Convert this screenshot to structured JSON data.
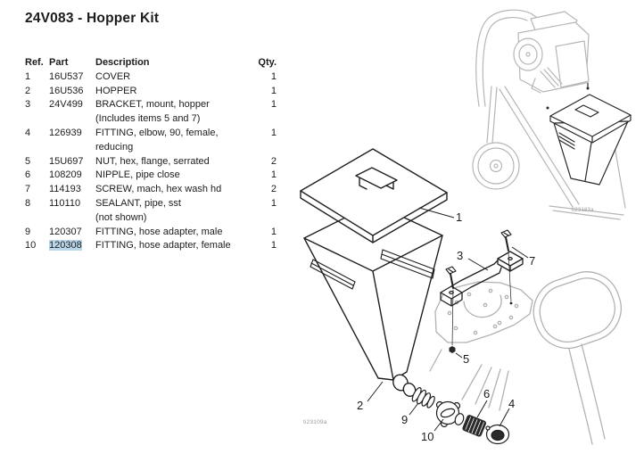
{
  "page": {
    "title": "24V083 - Hopper Kit"
  },
  "table": {
    "headers": {
      "ref": "Ref.",
      "part": "Part",
      "description": "Description",
      "qty": "Qty."
    },
    "rows": [
      {
        "ref": "1",
        "part": "16U537",
        "desc": "COVER",
        "desc2": "",
        "qty": "1",
        "highlight": false
      },
      {
        "ref": "2",
        "part": "16U536",
        "desc": "HOPPER",
        "desc2": "",
        "qty": "1",
        "highlight": false
      },
      {
        "ref": "3",
        "part": "24V499",
        "desc": "BRACKET, mount, hopper",
        "desc2": "(Includes items 5 and 7)",
        "qty": "1",
        "highlight": false
      },
      {
        "ref": "4",
        "part": "126939",
        "desc": "FITTING, elbow, 90, female,",
        "desc2": "reducing",
        "qty": "1",
        "highlight": false
      },
      {
        "ref": "5",
        "part": "15U697",
        "desc": "NUT, hex, flange, serrated",
        "desc2": "",
        "qty": "2",
        "highlight": false
      },
      {
        "ref": "6",
        "part": "108209",
        "desc": "NIPPLE, pipe close",
        "desc2": "",
        "qty": "1",
        "highlight": false
      },
      {
        "ref": "7",
        "part": "114193",
        "desc": "SCREW, mach, hex wash hd",
        "desc2": "",
        "qty": "2",
        "highlight": false
      },
      {
        "ref": "8",
        "part": "110110",
        "desc": "SEALANT, pipe, sst",
        "desc2": "(not shown)",
        "qty": "1",
        "highlight": false
      },
      {
        "ref": "9",
        "part": "120307",
        "desc": "FITTING, hose adapter, male",
        "desc2": "",
        "qty": "1",
        "highlight": false
      },
      {
        "ref": "10",
        "part": "120308",
        "desc": "FITTING, hose adapter, female",
        "desc2": "",
        "qty": "1",
        "highlight": true
      }
    ]
  },
  "callouts": {
    "c1": "1",
    "c2": "2",
    "c3": "3",
    "c4": "4",
    "c5": "5",
    "c6": "6",
    "c7": "7",
    "c9": "9",
    "c10": "10"
  },
  "watermarks": {
    "hopper_drawing": "ti23109a",
    "machine_drawing": "ti23183a"
  },
  "colors": {
    "background": "#ffffff",
    "text": "#1c1c1c",
    "highlight_bg": "#b9d7e8",
    "diagram_line": "#1f1f1f",
    "diagram_gray": "#b2b2b2",
    "watermark": "#9a9a9a"
  }
}
